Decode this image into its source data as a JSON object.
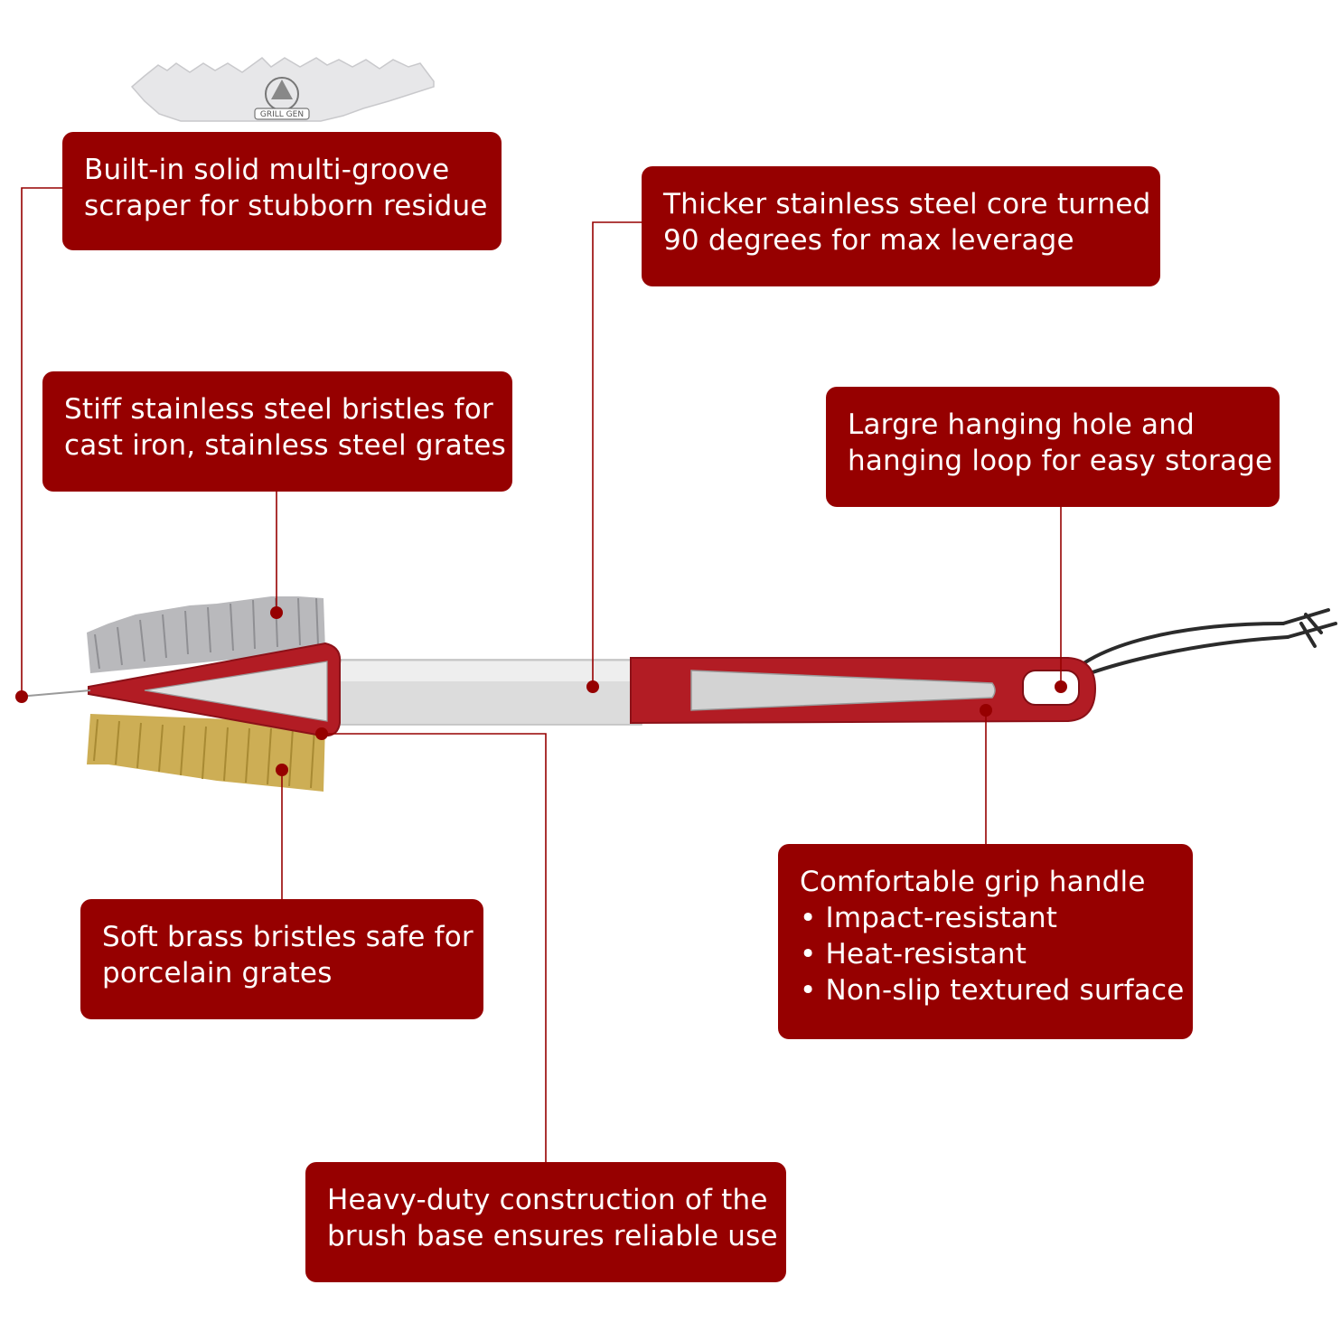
{
  "colors": {
    "callout_bg": "#960000",
    "callout_text": "#ffffff",
    "connector": "#960000",
    "handle_red": "#b21c24",
    "steel": "#d9d9d9",
    "brass": "#c9a64a"
  },
  "scraper_logo": "GRILL GEN",
  "callouts": {
    "scraper": {
      "lines": [
        "Built-in solid multi-groove",
        "scraper for stubborn residue"
      ]
    },
    "core": {
      "lines": [
        "Thicker stainless steel core turned",
        "90 degrees for max leverage"
      ]
    },
    "steel_bristles": {
      "lines": [
        "Stiff stainless steel bristles for",
        "cast iron, stainless steel grates"
      ]
    },
    "hanging": {
      "lines": [
        "Largre hanging hole and",
        "hanging loop for easy storage"
      ]
    },
    "grip": {
      "title": "Comfortable grip handle",
      "bullets": [
        "• Impact-resistant",
        "• Heat-resistant",
        "• Non-slip textured surface"
      ]
    },
    "brass_bristles": {
      "lines": [
        "Soft brass bristles safe for",
        "porcelain grates"
      ]
    },
    "base": {
      "lines": [
        "Heavy-duty construction of the",
        "brush base ensures reliable use"
      ]
    }
  }
}
